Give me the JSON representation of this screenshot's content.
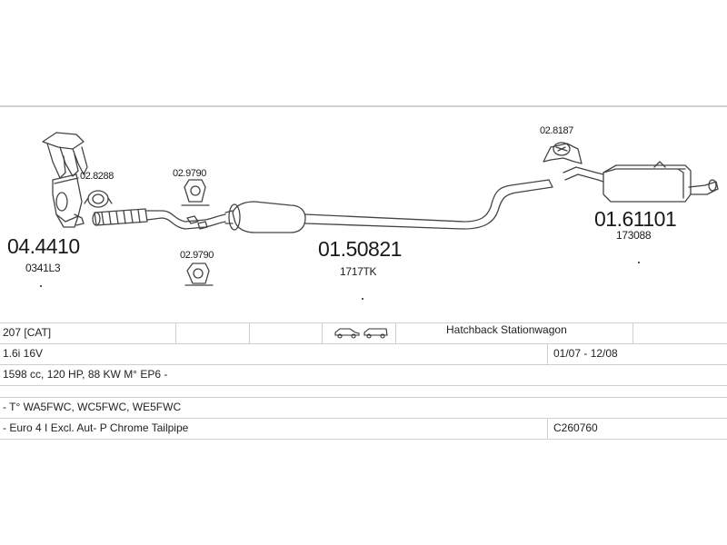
{
  "parts": {
    "manifold_cat": {
      "part_no": "04.4410",
      "ref": "0341L3"
    },
    "clamp": {
      "part_no": "02.8288"
    },
    "mount_upper": {
      "part_no": "02.9790"
    },
    "mount_lower": {
      "part_no": "02.9790"
    },
    "middle_silencer": {
      "part_no": "01.50821",
      "ref": "1717TK"
    },
    "rear_mount": {
      "part_no": "02.8187"
    },
    "rear_silencer": {
      "part_no": "01.61101",
      "ref": "173088"
    }
  },
  "table": {
    "row1": {
      "model": "207  [CAT]",
      "body_icons": [
        "hatchback-icon",
        "stationwagon-icon"
      ],
      "body": "Hatchback Stationwagon"
    },
    "row2": {
      "engine": "1.6i 16V",
      "years": "01/07 - 12/08"
    },
    "row3": {
      "spec": "1598 cc, 120 HP, 88 KW M° EP6 -"
    },
    "row4": {
      "codes": "- T° WA5FWC, WC5FWC, WE5FWC"
    },
    "row5": {
      "notes": "- Euro 4  I Excl. Aut-  P Chrome Tailpipe",
      "code": "C260760"
    }
  },
  "colors": {
    "line": "#444444",
    "rule": "#cfcfcf"
  }
}
